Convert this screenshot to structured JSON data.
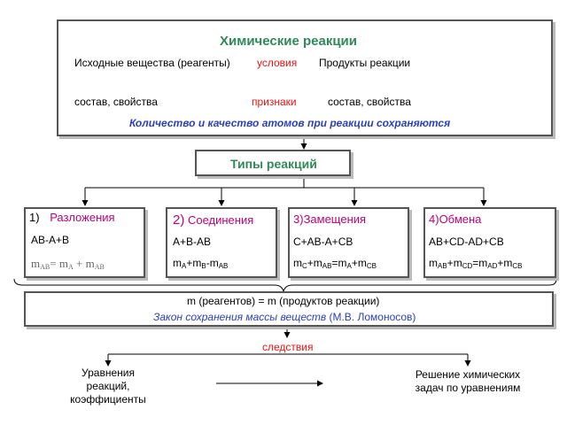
{
  "top_box": {
    "title": "Химические реакции",
    "reagents": "Исходные вещества (реагенты)",
    "conditions": "условия",
    "products": "Продукты реакции",
    "composition_left": "состав, свойства",
    "signs": "признаки",
    "composition_right": "состав, свойства",
    "conservation": "Количество и качество атомов при реакции сохраняются"
  },
  "types_box": {
    "title": "Типы реакций"
  },
  "types": [
    {
      "num": "1)",
      "name": "Разложения",
      "formula": "AB-A+B",
      "mass": {
        "m1": "m",
        "s1": "AB",
        "eq": "= ",
        "m2": "m",
        "s2": "A",
        "plus": " + ",
        "m3": "m",
        "s3": "AB"
      }
    },
    {
      "num": "2)",
      "name": "Соединения",
      "formula": "A+B-AB",
      "mass": {
        "m1": "m",
        "s1": "A",
        "op1": "+",
        "m2": "m",
        "s2": "B",
        "op2": "-",
        "m3": "m",
        "s3": "AB"
      }
    },
    {
      "num": "3)",
      "name": "Замещения",
      "formula": "C+AB-A+CB",
      "mass": {
        "m1": "m",
        "s1": "C",
        "op1": "+",
        "m2": "m",
        "s2": "AB",
        "op2": "=",
        "m3": "m",
        "s3": "A",
        "op3": "+",
        "m4": "m",
        "s4": "CB"
      }
    },
    {
      "num": "4)",
      "name": "Обмена",
      "formula": "AB+CD-AD+CB",
      "mass": {
        "m1": "m",
        "s1": "AB",
        "op1": "+",
        "m2": "m",
        "s2": "CD",
        "op2": "=",
        "m3": "m",
        "s3": "AD",
        "op3": "+",
        "m4": "m",
        "s4": "CB"
      }
    }
  ],
  "law_box": {
    "equation": "m (реагентов) = m (продуктов реакции)",
    "law_name": "Закон сохранения массы веществ",
    "author": "(М.В. Ломоносов)"
  },
  "consequences": "следствия",
  "left_result": [
    "Уравнения",
    "реакций,",
    "коэффициенты"
  ],
  "right_result": [
    "Решение химических",
    "задач по уравнениям"
  ],
  "colors": {
    "green": "#2e8b57",
    "red": "#e11111",
    "blue": "#2a3fbf",
    "border": "#555555"
  }
}
